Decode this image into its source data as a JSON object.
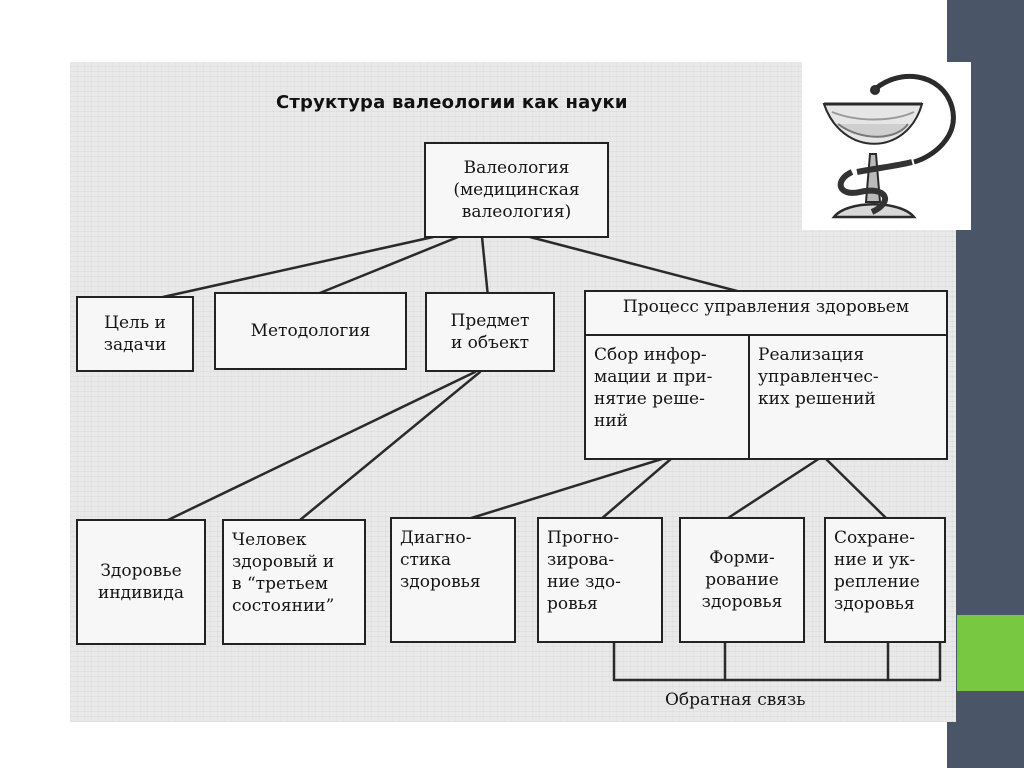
{
  "title": "Структура валеологии как науки",
  "nodes": {
    "root": "Валеология\n(медицинская\nвалеология)",
    "goal": "Цель и\nзадачи",
    "method": "Методология",
    "subject": "Предмет\nи объект",
    "process": "Процесс управления здоровьем",
    "collect": "Сбор инфор-\nмации и при-\nнятие реше-\nний",
    "realize": "Реализация\nуправленчес-\nких решений",
    "health": "Здоровье\nиндивида",
    "person": "Человек\nздоровый и\nв “третьем\nсостоянии”",
    "diag": "Диагно-\nстика\nздоровья",
    "prog": "Прогно-\nзирова-\nние здо-\nровья",
    "form": "Форми-\nрование\nздоровья",
    "keep": "Сохране-\nние и ук-\nрепление\nздоровья"
  },
  "feedback_label": "Обратная связь",
  "icons": {
    "logo": "bowl-of-hygieia-icon"
  },
  "colors": {
    "sidebar": "#4a5568",
    "accent": "#78c842",
    "scan_bg": "#e9e9e9"
  }
}
